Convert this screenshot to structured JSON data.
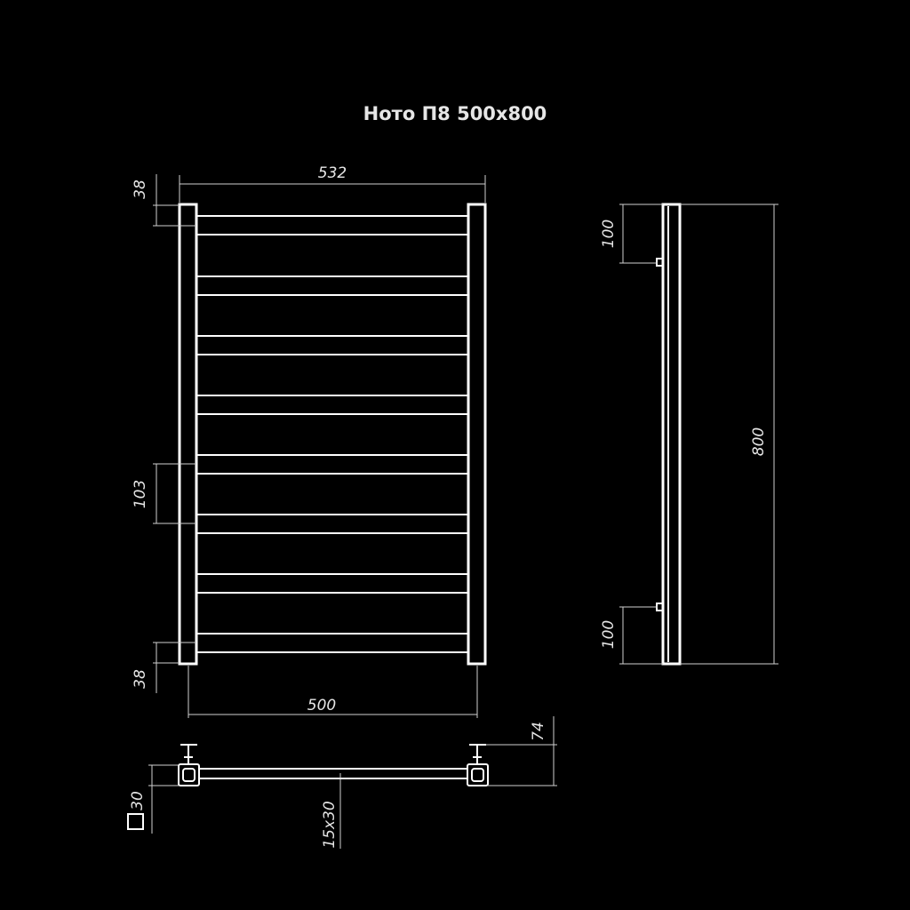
{
  "title": "Ното П8 500х800",
  "front_view": {
    "dim_top_width": "532",
    "dim_bottom_width": "500",
    "dim_top_offset": "38",
    "dim_bottom_offset": "38",
    "dim_mid_spacing": "103"
  },
  "side_view": {
    "dim_height": "800",
    "dim_top_mount": "100",
    "dim_bottom_mount": "100"
  },
  "bottom_view": {
    "dim_depth": "74",
    "dim_profile": "30",
    "dim_bar_profile": "15x30"
  },
  "colors": {
    "background": "#000000",
    "lines": "#ffffff",
    "text": "#e6e6e6"
  }
}
